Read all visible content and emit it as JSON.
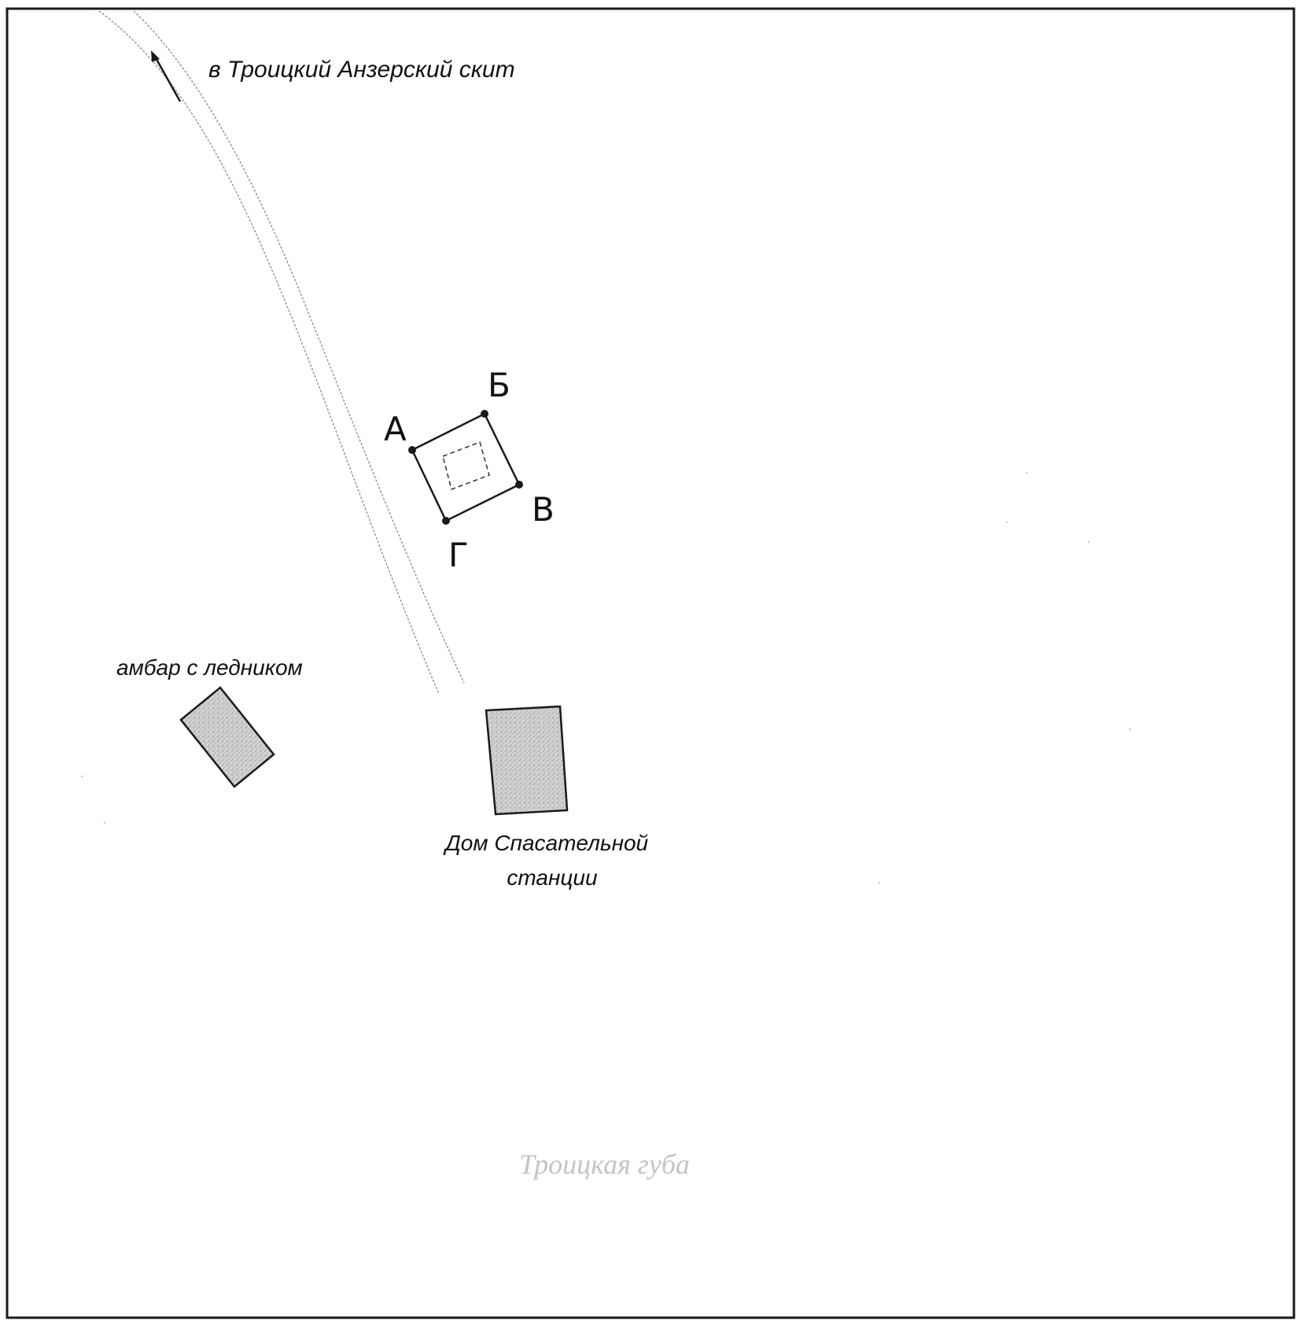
{
  "map": {
    "road": {
      "direction_label": "в Троицкий Анзерский скит",
      "icon": "arrow-up-left-icon"
    },
    "plot": {
      "corners": [
        "А",
        "Б",
        "В",
        "Г"
      ]
    },
    "buildings": [
      {
        "name": "амбар с ледником",
        "icon": "building-icon"
      },
      {
        "name_lines": [
          "Дом Спасательной",
          "станции"
        ],
        "icon": "building-icon"
      }
    ],
    "bay_label": "Троицкая губа",
    "colors": {
      "line": "#1a1a1a",
      "building_fill": "#c8c8c8",
      "road_edge": "#8a8a8a",
      "faint_text": "#c4c4c4"
    }
  }
}
